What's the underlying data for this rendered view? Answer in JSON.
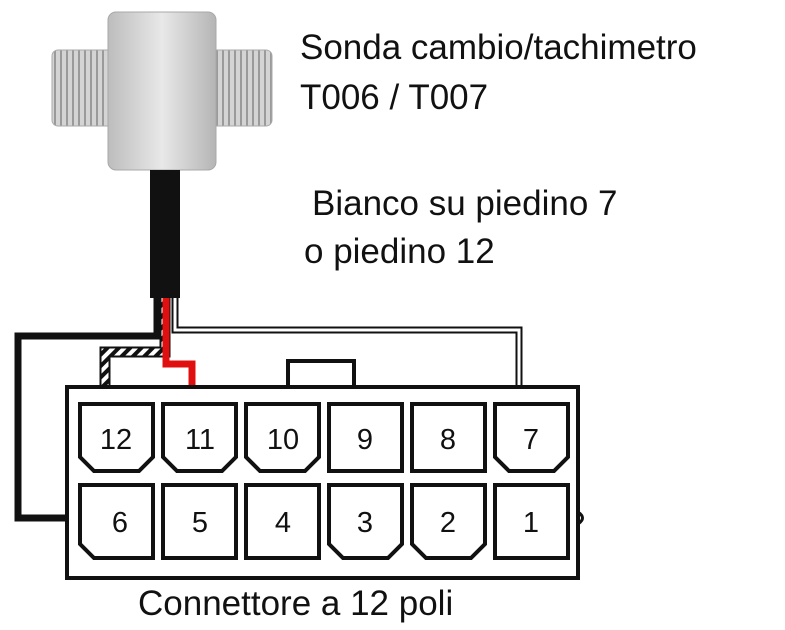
{
  "sensor": {
    "title_line1": "Sonda cambio/tachimetro",
    "title_line2": "T006 / T007"
  },
  "note": {
    "line1": "Bianco su piedino 7",
    "line2": "o piedino 12"
  },
  "connector": {
    "caption": "Connettore a 12 poli",
    "top_row": [
      "12",
      "11",
      "10",
      "9",
      "8",
      "7"
    ],
    "bottom_row": [
      "6",
      "5",
      "4",
      "3",
      "2",
      "1"
    ]
  },
  "wires": {
    "red": "#e01010",
    "black": "#111111",
    "white": "#ffffff",
    "shield": "striped black/white"
  }
}
